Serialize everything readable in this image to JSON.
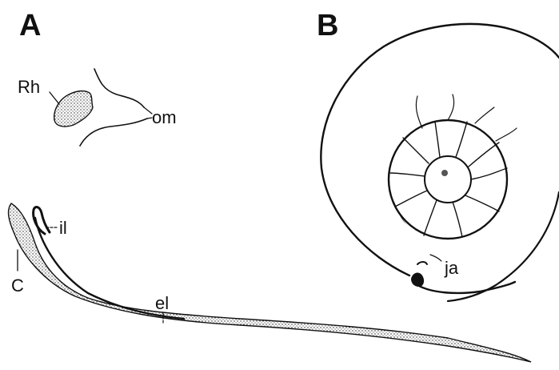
{
  "panels": {
    "a": {
      "letter": "A",
      "labels": {
        "rh": "Rh",
        "om": "om",
        "il": "il",
        "c": "C",
        "el": "el"
      }
    },
    "b": {
      "letter": "B",
      "labels": {
        "ja": "ja"
      }
    }
  },
  "colors": {
    "ink": "#111111",
    "stipple": "#d9d9d9",
    "paper": "#ffffff"
  }
}
